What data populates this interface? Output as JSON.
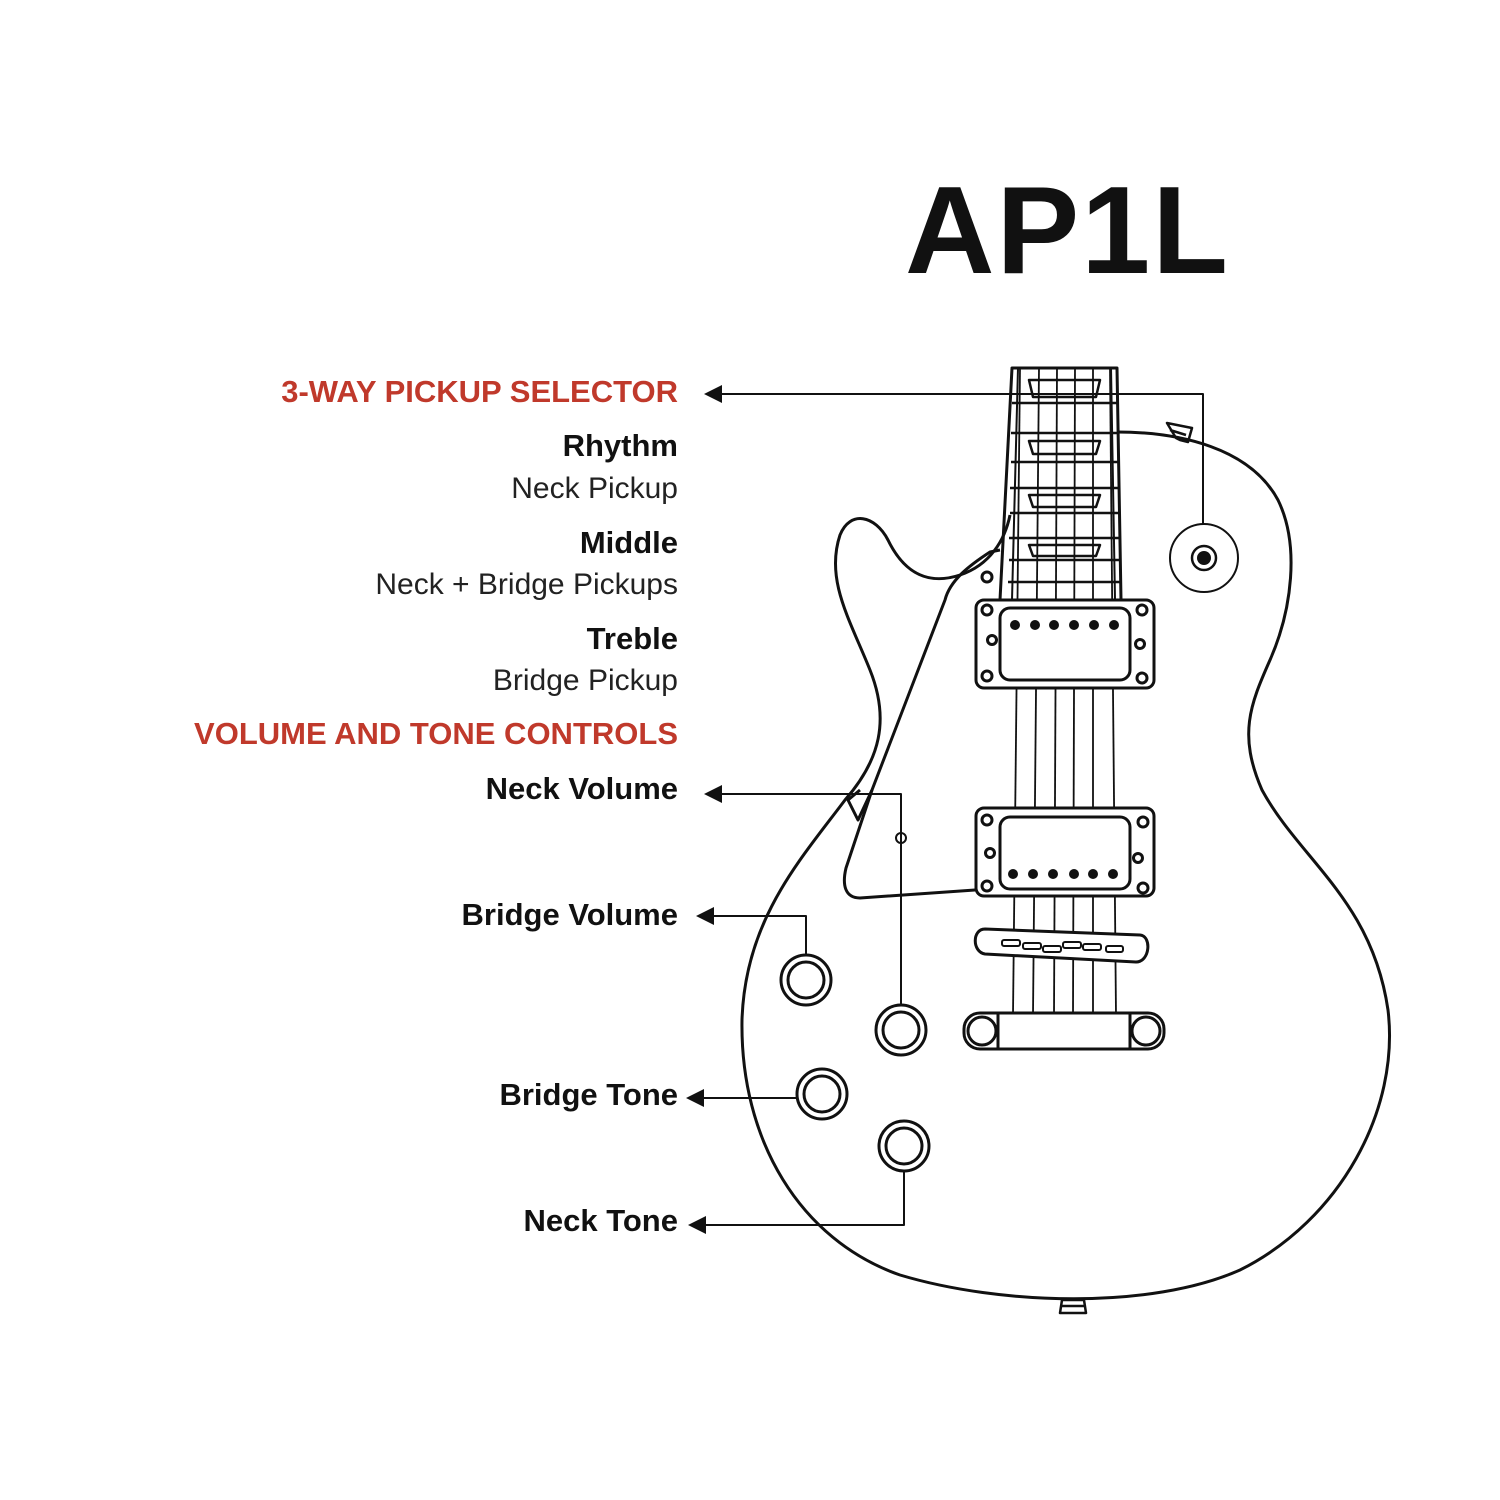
{
  "title": "AP1L",
  "selector": {
    "heading": "3-WAY PICKUP SELECTOR",
    "positions": [
      {
        "name": "Rhythm",
        "desc": "Neck Pickup"
      },
      {
        "name": "Middle",
        "desc": "Neck + Bridge Pickups"
      },
      {
        "name": "Treble",
        "desc": "Bridge Pickup"
      }
    ]
  },
  "controls": {
    "heading": "VOLUME AND TONE CONTROLS",
    "items": [
      "Neck Volume",
      "Bridge Volume",
      "Bridge Tone",
      "Neck Tone"
    ]
  },
  "colors": {
    "accent": "#c0392b",
    "ink": "#111111"
  }
}
